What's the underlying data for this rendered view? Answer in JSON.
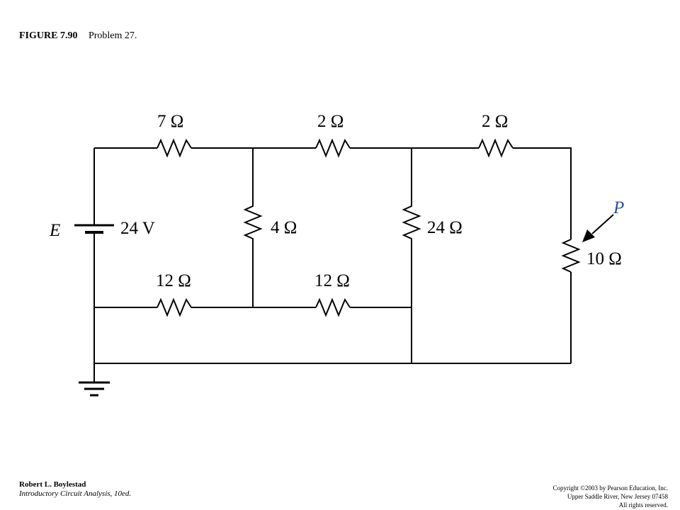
{
  "caption": {
    "figure": "FIGURE 7.90",
    "problem": "Problem 27."
  },
  "circuit": {
    "source": {
      "symbol": "E",
      "value": "24 V"
    },
    "resistors": {
      "top_left": "7 Ω",
      "top_middle": "2 Ω",
      "top_right": "2 Ω",
      "vertical_left": "4 Ω",
      "vertical_middle": "24 Ω",
      "bottom_left": "12 Ω",
      "bottom_middle": "12 Ω",
      "potentiometer": "10 Ω"
    },
    "point_label": "P"
  },
  "footer": {
    "author": "Robert L. Boylestad",
    "book": "Introductory Circuit Analysis, 10ed.",
    "copyright_line1": "Copyright ©2003 by Pearson Education, Inc.",
    "copyright_line2": "Upper Saddle River, New Jersey 07458",
    "copyright_line3": "All rights reserved."
  }
}
